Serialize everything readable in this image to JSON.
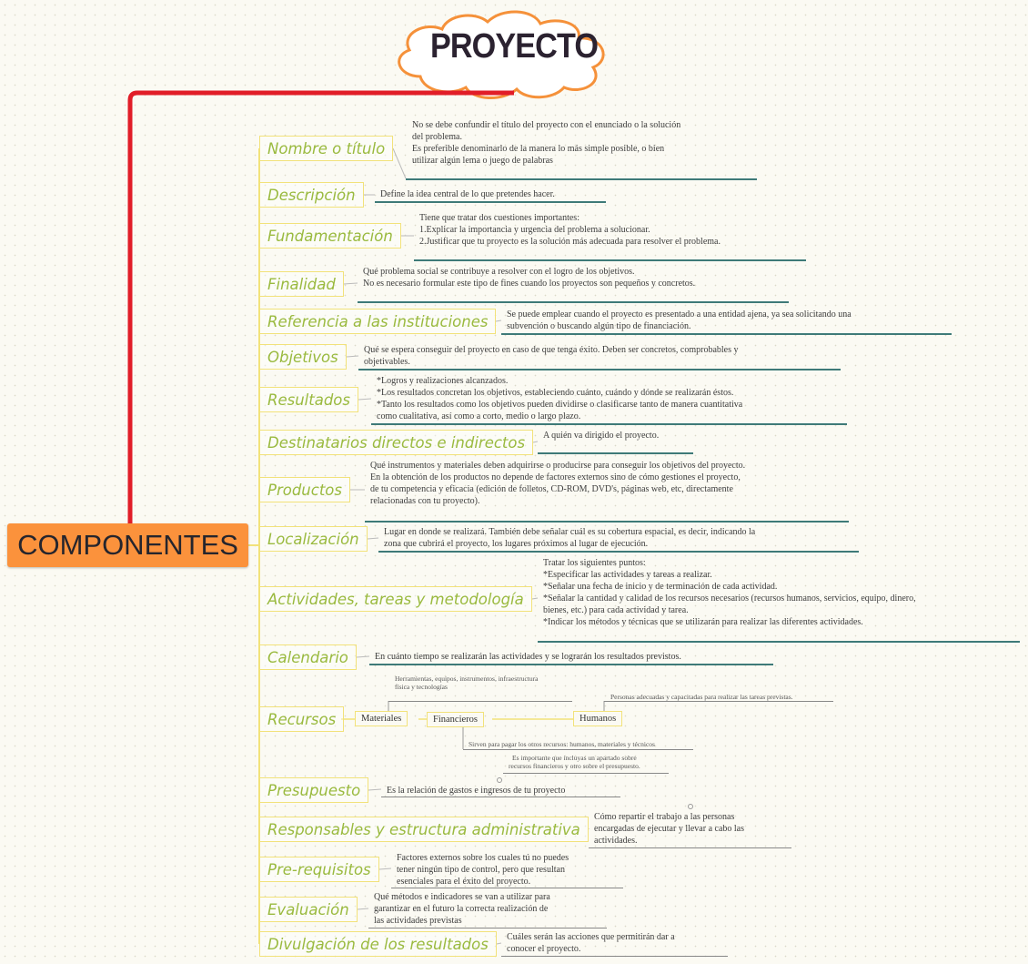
{
  "title": "PROYECTO",
  "root": "COMPONENTES",
  "topics": [
    {
      "label": "Nombre o título",
      "lines": [
        "No se debe confundir el título del proyecto con el enunciado o la solución",
        "del problema.",
        "Es preferible denominarlo de la manera lo más simple posible, o bien",
        "utilizar algún lema o juego de palabras"
      ]
    },
    {
      "label": "Descripción",
      "lines": [
        "Define la idea central de lo que pretendes hacer."
      ]
    },
    {
      "label": "Fundamentación",
      "lines": [
        "Tiene que tratar dos cuestiones importantes:",
        "1.Explicar la importancia y urgencia del problema a solucionar.",
        "2.Justificar que tu proyecto es la solución más adecuada para resolver el problema."
      ]
    },
    {
      "label": "Finalidad",
      "lines": [
        "Qué problema social se contribuye a resolver con el logro de los objetivos.",
        "No es necesario formular este tipo de fines cuando los proyectos son pequeños y concretos."
      ]
    },
    {
      "label": "Referencia a las instituciones",
      "lines": [
        "Se puede emplear cuando  el proyecto es presentado a una entidad ajena, ya sea solicitando una",
        "subvención o buscando algún tipo de financiación."
      ]
    },
    {
      "label": "Objetivos",
      "lines": [
        "Qué se espera conseguir del proyecto en caso de que tenga éxito. Deben ser concretos, comprobables y",
        "objetivables."
      ]
    },
    {
      "label": "Resultados",
      "lines": [
        "*Logros y realizaciones alcanzados.",
        "*Los resultados concretan los objetivos, estableciendo cuánto, cuándo y dónde se realizarán éstos.",
        "*Tanto los resultados como los objetivos pueden dividirse o clasificarse tanto de manera cuantitativa",
        "como cualitativa, así como a corto, medio o largo plazo."
      ]
    },
    {
      "label": "Destinatarios directos e indirectos",
      "lines": [
        "A quién va dirigido el proyecto."
      ]
    },
    {
      "label": "Productos",
      "lines": [
        "Qué instrumentos y materiales deben adquirirse o producirse para conseguir los objetivos del proyecto.",
        "En la obtención de los productos no depende de factores externos sino de cómo gestiones el proyecto,",
        "de tu competencia y eficacia (edición de folletos, CD-ROM, DVD's, páginas web, etc, directamente",
        "relacionadas con tu proyecto)."
      ]
    },
    {
      "label": "Localización",
      "lines": [
        "Lugar en donde se realizará. También debe señalar cuál es su cobertura espacial, es decir, indicando la",
        "zona que cubrirá el proyecto, los lugares próximos al lugar de ejecución."
      ]
    },
    {
      "label": "Actividades, tareas y metodología",
      "lines": [
        "Tratar los siguientes puntos:",
        "*Especificar las actividades y tareas a realizar.",
        "*Señalar una fecha de inicio y de terminación de cada actividad.",
        "*Señalar la cantidad y calidad de los recursos necesarios (recursos humanos, servicios, equipo, dinero,",
        "bienes, etc.) para cada actividad y tarea.",
        "*Indicar los métodos y técnicas que se utilizarán para realizar las diferentes actividades."
      ]
    },
    {
      "label": "Calendario",
      "lines": [
        "En cuánto tiempo se realizarán las actividades y se lograrán los resultados previstos."
      ]
    },
    {
      "label": "Recursos",
      "lines": []
    },
    {
      "label": "Presupuesto",
      "lines": [
        "Es la relación de gastos e ingresos de tu proyecto"
      ]
    },
    {
      "label": "Responsables y estructura administrativa",
      "lines": [
        "Cómo repartir el trabajo a las personas",
        "encargadas de ejecutar y llevar a cabo las",
        "actividades."
      ]
    },
    {
      "label": "Pre-requisitos",
      "lines": [
        "Factores externos sobre los cuales tú no puedes",
        "tener ningún tipo de control, pero que resultan",
        "esenciales para el éxito del proyecto."
      ]
    },
    {
      "label": "Evaluación",
      "lines": [
        "Qué métodos e indicadores se van a utilizar para",
        "garantizar en el futuro la correcta realización de",
        "las actividades previstas"
      ]
    },
    {
      "label": "Divulgación de los resultados",
      "lines": [
        "Cuáles serán las acciones que permitirán dar a",
        "conocer el proyecto."
      ]
    }
  ],
  "recursos": {
    "materiales": "Materiales",
    "financieros": "Financieros",
    "humanos": "Humanos",
    "materiales_note": [
      "Herramientas, equipos, instrumentos, infraestructura",
      "física y tecnologías"
    ],
    "humanos_note": "Personas adecuadas y capacitadas para realizar las tareas previstas.",
    "financieros_note": "Sirven para pagar los otros recursos: humanos, materiales y técnicos"
  },
  "presupuesto_note": [
    "Es  importante que incluyas un apartado sobre",
    "recursos financieros y otro sobre el presupuesto."
  ],
  "colors": {
    "root": "#fb923c",
    "main_link": "#e11d28",
    "topic_border": "#f2e27a",
    "topic_text": "#9aba3f",
    "underline": "#3e7a78",
    "cloud_border": "#f5913a"
  }
}
